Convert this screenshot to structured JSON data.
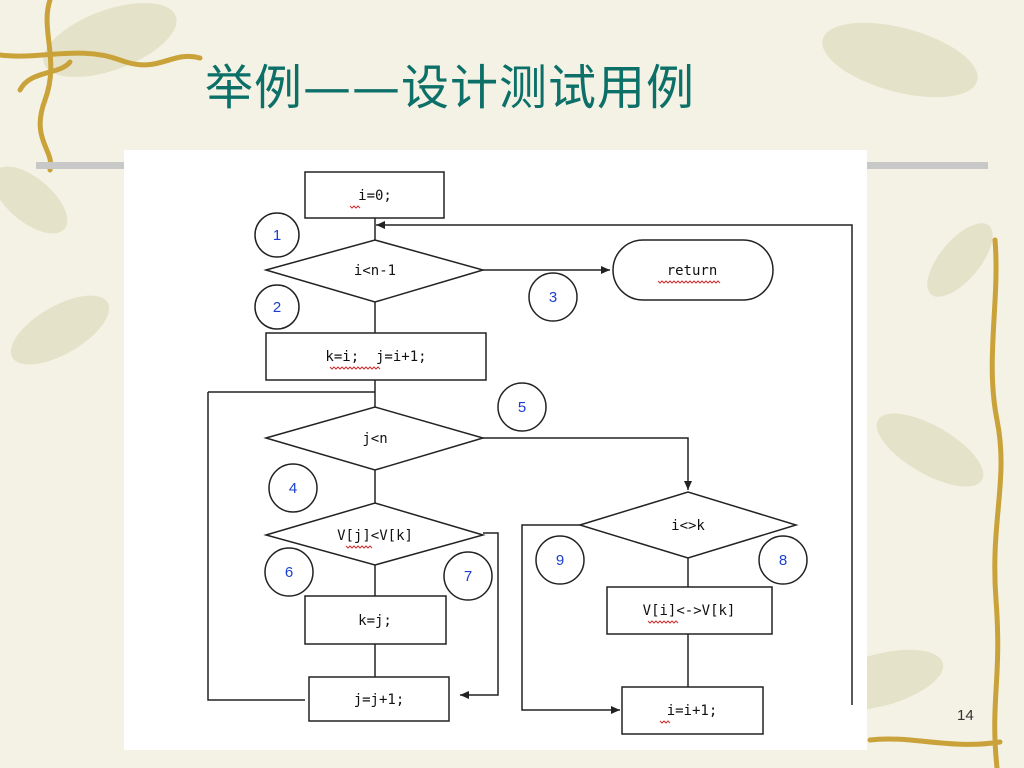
{
  "slide": {
    "title": "举例——设计测试用例",
    "page_number": "14"
  },
  "flowchart": {
    "nodes": {
      "init": "i=0;",
      "cond_outer": "i<n-1",
      "return": "return",
      "assign": "k=i;  j=i+1;",
      "cond_inner": "j<n",
      "cond_compare": "V[j]<V[k]",
      "set_k": "k=j;",
      "inc_j": "j=j+1;",
      "cond_swap": "i<>k",
      "swap": "V[i]<->V[k]",
      "inc_i": "i=i+1;"
    },
    "path_labels": [
      "1",
      "2",
      "3",
      "4",
      "5",
      "6",
      "7",
      "8",
      "9"
    ]
  },
  "colors": {
    "title": "#0c7069",
    "label_numbers": "#1a3fd0",
    "lines": "#222222"
  }
}
